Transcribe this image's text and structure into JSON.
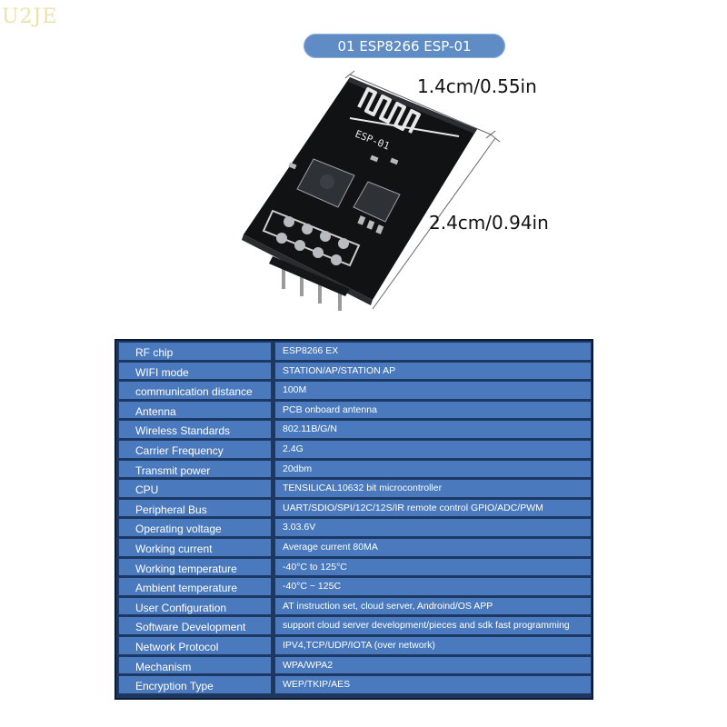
{
  "watermark": "U2JE",
  "title": "01 ESP8266 ESP-01",
  "board_label": "ESP-01",
  "dimensions": {
    "width": "1.4cm/0.55in",
    "height": "2.4cm/0.94in"
  },
  "specs": [
    {
      "key": "RF chip",
      "value": "ESP8266 EX"
    },
    {
      "key": "WIFI mode",
      "value": "STATION/AP/STATION AP"
    },
    {
      "key": "communication distance",
      "value": "100M"
    },
    {
      "key": "Antenna",
      "value": "PCB onboard antenna"
    },
    {
      "key": "Wireless Standards",
      "value": "802.11B/G/N"
    },
    {
      "key": "Carrier Frequency",
      "value": "2.4G"
    },
    {
      "key": "Transmit power",
      "value": "20dbm"
    },
    {
      "key": "CPU",
      "value": "TENSILICAL10632 bit microcontroller"
    },
    {
      "key": "Peripheral Bus",
      "value": "UART/SDIO/SPI/12C/12S/IR remote control GPIO/ADC/PWM"
    },
    {
      "key": "Operating voltage",
      "value": "3.03.6V"
    },
    {
      "key": "Working current",
      "value": "Average current 80MA"
    },
    {
      "key": "Working temperature",
      "value": "-40°C to 125°C"
    },
    {
      "key": "Ambient temperature",
      "value": "-40°C ~ 125C"
    },
    {
      "key": "User Configuration",
      "value": "AT instruction set, cloud server, Androind/OS APP"
    },
    {
      "key": "Software Development",
      "value": "support cloud server development/pieces and sdk fast programming"
    },
    {
      "key": "Network Protocol",
      "value": "IPV4,TCP/UDP/IOTA (over network)"
    },
    {
      "key": "Mechanism",
      "value": "WPA/WPA2"
    },
    {
      "key": "Encryption Type",
      "value": "WEP/TKIP/AES"
    }
  ]
}
